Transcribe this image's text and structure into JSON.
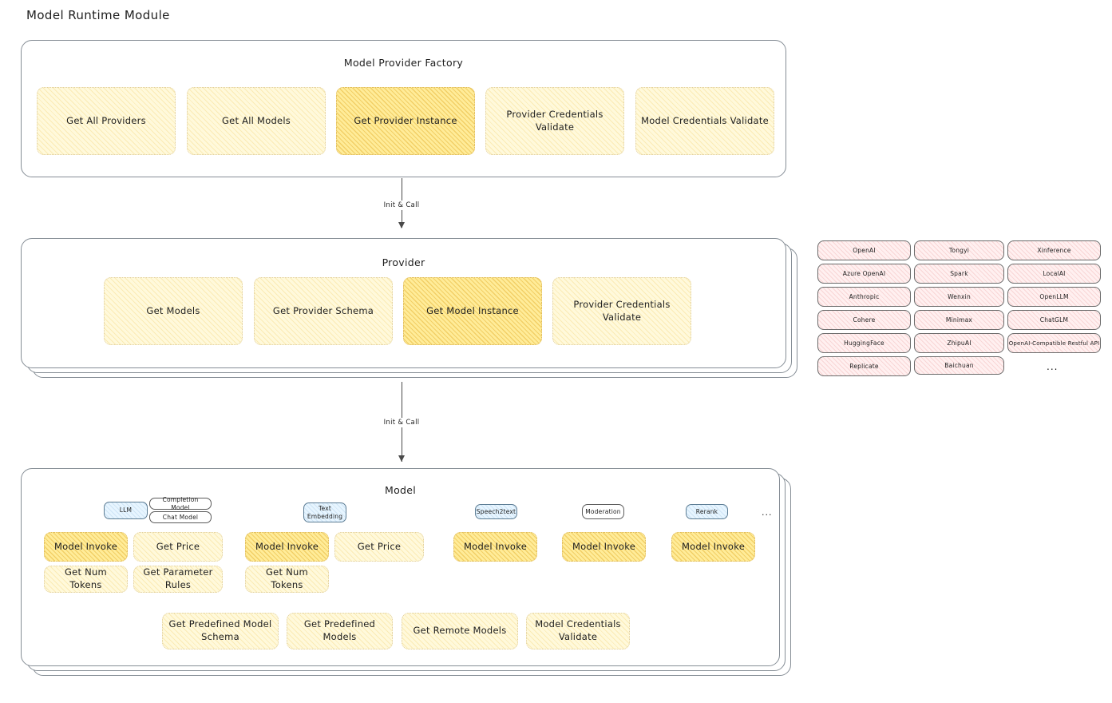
{
  "page": {
    "title": "Model Runtime Module"
  },
  "factory": {
    "title": "Model Provider Factory",
    "methods": [
      {
        "label": "Get All Providers",
        "highlighted": false
      },
      {
        "label": "Get All Models",
        "highlighted": false
      },
      {
        "label": "Get Provider Instance",
        "highlighted": true
      },
      {
        "label": "Provider Credentials Validate",
        "highlighted": false
      },
      {
        "label": "Model Credentials Validate",
        "highlighted": false
      }
    ]
  },
  "arrows": [
    {
      "label": "Init & Call",
      "from": "Model Provider Factory",
      "to": "Provider"
    },
    {
      "label": "Init & Call",
      "from": "Provider",
      "to": "Model"
    }
  ],
  "provider": {
    "title": "Provider",
    "methods": [
      {
        "label": "Get Models",
        "highlighted": false
      },
      {
        "label": "Get Provider Schema",
        "highlighted": false
      },
      {
        "label": "Get Model Instance",
        "highlighted": true
      },
      {
        "label": "Provider Credentials Validate",
        "highlighted": false
      }
    ]
  },
  "provider_list": {
    "columns": [
      [
        "OpenAI",
        "Azure OpenAI",
        "Anthropic",
        "Cohere",
        "HuggingFace",
        "Replicate"
      ],
      [
        "Tongyi",
        "Spark",
        "Wenxin",
        "Minimax",
        "ZhipuAI",
        "Baichuan"
      ],
      [
        "Xinference",
        "LocalAI",
        "OpenLLM",
        "ChatGLM",
        "OpenAI-Compatible Restful API"
      ]
    ],
    "more": "..."
  },
  "model": {
    "title": "Model",
    "more": "...",
    "types": [
      {
        "badge": "LLM",
        "sub_badges": [
          "Completion Model",
          "Chat Model"
        ],
        "methods": [
          {
            "label": "Model Invoke",
            "highlighted": true
          },
          {
            "label": "Get Price",
            "highlighted": false
          },
          {
            "label": "Get Num Tokens",
            "highlighted": false
          },
          {
            "label": "Get Parameter Rules",
            "highlighted": false
          }
        ]
      },
      {
        "badge": "Text Embedding",
        "sub_badges": [],
        "methods": [
          {
            "label": "Model Invoke",
            "highlighted": true
          },
          {
            "label": "Get Price",
            "highlighted": false
          },
          {
            "label": "Get Num Tokens",
            "highlighted": false
          }
        ]
      },
      {
        "badge": "Speech2text",
        "sub_badges": [],
        "methods": [
          {
            "label": "Model Invoke",
            "highlighted": false
          }
        ]
      },
      {
        "badge": "Moderation",
        "sub_badges": [],
        "methods": [
          {
            "label": "Model Invoke",
            "highlighted": false
          }
        ]
      },
      {
        "badge": "Rerank",
        "sub_badges": [],
        "methods": [
          {
            "label": "Model Invoke",
            "highlighted": false
          }
        ]
      }
    ],
    "shared_methods": [
      {
        "label": "Get Predefined Model Schema"
      },
      {
        "label": "Get Predefined Models"
      },
      {
        "label": "Get Remote Models"
      },
      {
        "label": "Model Credentials Validate"
      }
    ]
  },
  "colors": {
    "ink": "#1e1e1e",
    "card_stroke": "#868e96",
    "yellow_fill": "#fff9db",
    "yellow_strong": "#ffec99",
    "pink_fill": "#fff0f0",
    "blue_fill": "#e7f5ff"
  }
}
